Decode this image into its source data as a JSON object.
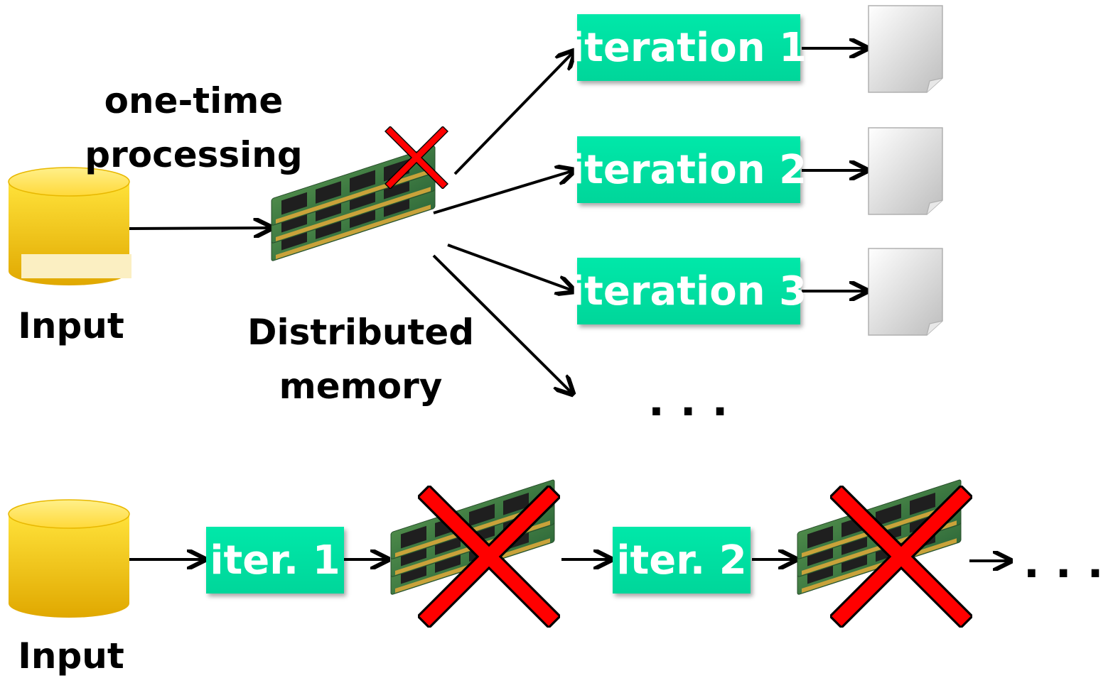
{
  "top": {
    "processing_label_line1": "one-time",
    "processing_label_line2": "processing",
    "input_label": "Input",
    "memory_label_line1": "Distributed",
    "memory_label_line2": "memory",
    "iterations": [
      "iteration 1",
      "iteration 2",
      "iteration 3"
    ],
    "ellipsis": "..."
  },
  "bottom": {
    "input_label": "Input",
    "iterations": [
      "iter. 1",
      "iter. 2"
    ],
    "ellipsis": "..."
  },
  "colors": {
    "iteration_box": "#00e0a2",
    "cylinder": "#f5c800",
    "failure_mark": "#ff0000",
    "arrow": "#000000"
  },
  "icons": {
    "storage": "database-cylinder-icon",
    "memory": "ram-modules-icon",
    "output": "document-icon",
    "failure": "red-x-icon"
  }
}
